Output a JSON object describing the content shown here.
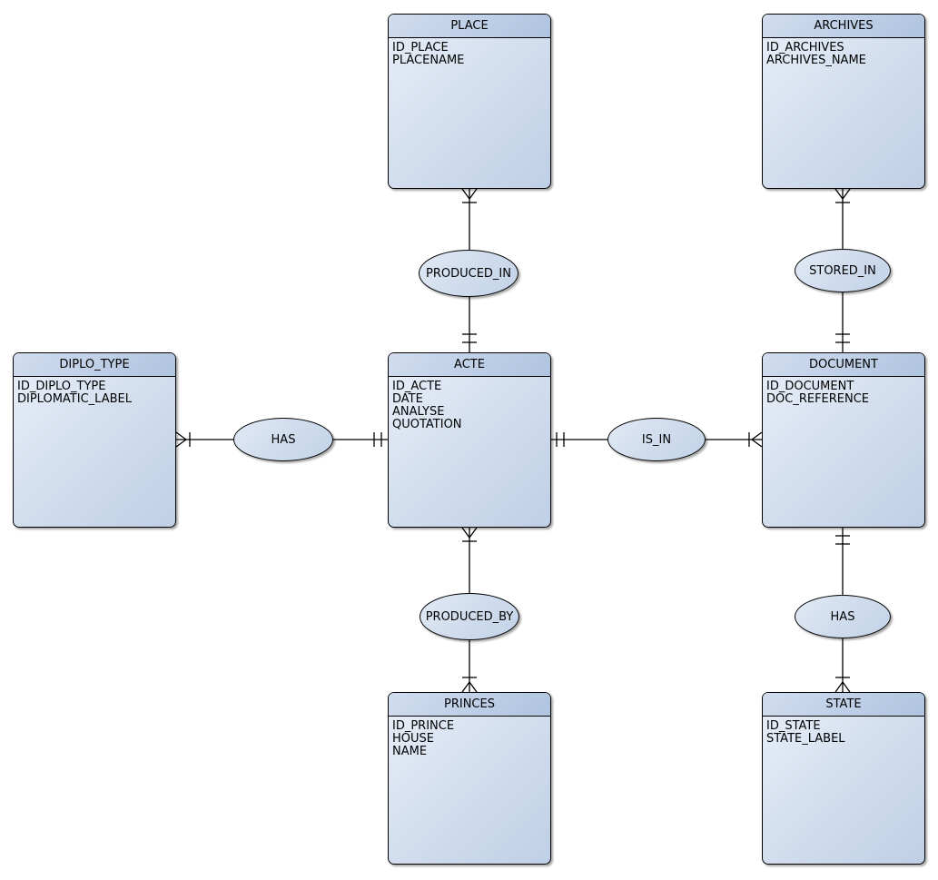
{
  "diagram": {
    "type": "entity-relationship-diagram",
    "background": "#ffffff",
    "colors": {
      "entity_header_gradient_start": "#d2ddef",
      "entity_header_gradient_end": "#afc4df",
      "entity_body_gradient_start": "#e9eff8",
      "entity_body_gradient_end": "#bfcfe6",
      "ellipse_gradient_start": "#e2eaf5",
      "ellipse_gradient_end": "#c2d2e8",
      "border": "#000000",
      "line": "#000000",
      "text": "#000000"
    },
    "entities": [
      {
        "title": "PLACE",
        "attributes": [
          "ID_PLACE",
          "PLACENAME"
        ]
      },
      {
        "title": "ARCHIVES",
        "attributes": [
          "ID_ARCHIVES",
          "ARCHIVES_NAME"
        ]
      },
      {
        "title": "DIPLO_TYPE",
        "attributes": [
          "ID_DIPLO_TYPE",
          "DIPLOMATIC_LABEL"
        ]
      },
      {
        "title": "ACTE",
        "attributes": [
          "ID_ACTE",
          "DATE",
          "ANALYSE",
          "QUOTATION"
        ]
      },
      {
        "title": "DOCUMENT",
        "attributes": [
          "ID_DOCUMENT",
          "DOC_REFERENCE"
        ]
      },
      {
        "title": "PRINCES",
        "attributes": [
          "ID_PRINCE",
          "HOUSE",
          "NAME"
        ]
      },
      {
        "title": "STATE",
        "attributes": [
          "ID_STATE",
          "STATE_LABEL"
        ]
      }
    ],
    "relationships": [
      {
        "label": "PRODUCED_IN",
        "from": "PLACE",
        "to": "ACTE",
        "from_cardinality": "one-or-many (crow's foot + tick)",
        "to_cardinality": "exactly-one (double tick)"
      },
      {
        "label": "STORED_IN",
        "from": "ARCHIVES",
        "to": "DOCUMENT",
        "from_cardinality": "one-or-many (crow's foot + tick)",
        "to_cardinality": "exactly-one (double tick)"
      },
      {
        "label": "HAS",
        "from": "DIPLO_TYPE",
        "to": "ACTE",
        "from_cardinality": "one-or-many (crow's foot + tick)",
        "to_cardinality": "exactly-one (double tick)"
      },
      {
        "label": "IS_IN",
        "from": "ACTE",
        "to": "DOCUMENT",
        "from_cardinality": "exactly-one (double tick)",
        "to_cardinality": "one-or-many (crow's foot + tick)"
      },
      {
        "label": "PRODUCED_BY",
        "from": "ACTE",
        "to": "PRINCES",
        "from_cardinality": "one-or-many (crow's foot + tick)",
        "to_cardinality": "one-or-many (crow's foot + tick)"
      },
      {
        "label": "HAS",
        "from": "DOCUMENT",
        "to": "STATE",
        "from_cardinality": "exactly-one (double tick)",
        "to_cardinality": "one-or-many (crow's foot + tick)"
      }
    ]
  }
}
